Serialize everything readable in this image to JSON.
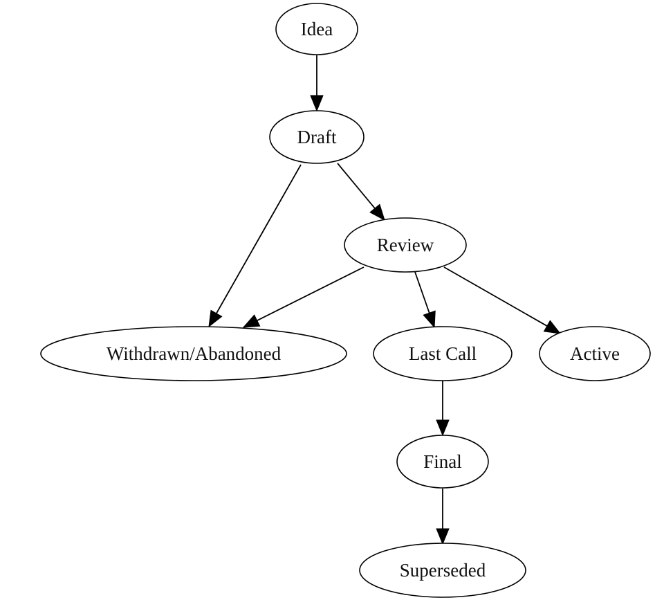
{
  "nodes": [
    {
      "id": "idea",
      "label": "Idea"
    },
    {
      "id": "draft",
      "label": "Draft"
    },
    {
      "id": "review",
      "label": "Review"
    },
    {
      "id": "withdrawn",
      "label": "Withdrawn/Abandoned"
    },
    {
      "id": "lastcall",
      "label": "Last Call"
    },
    {
      "id": "active",
      "label": "Active"
    },
    {
      "id": "final",
      "label": "Final"
    },
    {
      "id": "superseded",
      "label": "Superseded"
    }
  ],
  "edges": [
    {
      "from": "idea",
      "to": "draft"
    },
    {
      "from": "draft",
      "to": "review"
    },
    {
      "from": "draft",
      "to": "withdrawn"
    },
    {
      "from": "review",
      "to": "withdrawn"
    },
    {
      "from": "review",
      "to": "lastcall"
    },
    {
      "from": "review",
      "to": "active"
    },
    {
      "from": "lastcall",
      "to": "final"
    },
    {
      "from": "final",
      "to": "superseded"
    }
  ]
}
